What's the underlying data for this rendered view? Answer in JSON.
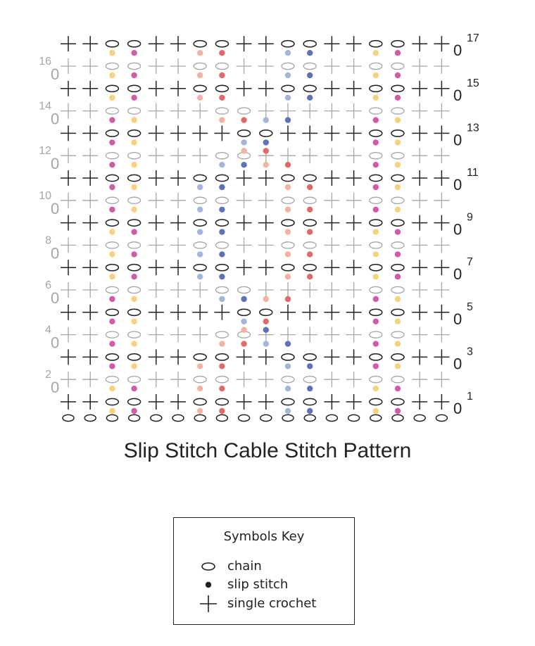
{
  "pattern": {
    "title": "Slip Stitch Cable Stitch Pattern",
    "columns": 18,
    "row_labels": [
      "1",
      "2",
      "3",
      "4",
      "5",
      "6",
      "7",
      "8",
      "9",
      "10",
      "11",
      "12",
      "13",
      "14",
      "15",
      "16",
      "17"
    ],
    "turning_chain_symbol": "0",
    "foundation": "chain",
    "rows": [
      "++CC++CC++CC++CC++",
      "++CC++CC++CC++CC++",
      "++CC++CC++CC++CC++",
      "++CC+++CC+++++CC++",
      "++CC++++CC++++CC++",
      "++CC+++CC+++++CC++",
      "++CC++CC++CC++CC++",
      "++CC++CC++CC++CC++",
      "++CC++CC++CC++CC++",
      "++CC++CC++CC++CC++",
      "++CC++CC++CC++CC++",
      "++CC+++CC+++++CC++",
      "++CC++++CC++++CC++",
      "++CC+++CC+++++CC++",
      "++CC++CC++CC++CC++",
      "++CC++CC++CC++CC++",
      "++CC++CC++CC++CC++"
    ],
    "dots": [
      {
        "row": 1,
        "col": 3,
        "color": "yellow"
      },
      {
        "row": 1,
        "col": 4,
        "color": "magenta"
      },
      {
        "row": 1,
        "col": 7,
        "color": "peach"
      },
      {
        "row": 1,
        "col": 8,
        "color": "red"
      },
      {
        "row": 1,
        "col": 11,
        "color": "lightblue"
      },
      {
        "row": 1,
        "col": 12,
        "color": "blue"
      },
      {
        "row": 1,
        "col": 15,
        "color": "yellow"
      },
      {
        "row": 1,
        "col": 16,
        "color": "magenta"
      },
      {
        "row": 2,
        "col": 3,
        "color": "yellow"
      },
      {
        "row": 2,
        "col": 4,
        "color": "magenta"
      },
      {
        "row": 2,
        "col": 7,
        "color": "peach"
      },
      {
        "row": 2,
        "col": 8,
        "color": "red"
      },
      {
        "row": 2,
        "col": 11,
        "color": "lightblue"
      },
      {
        "row": 2,
        "col": 12,
        "color": "blue"
      },
      {
        "row": 2,
        "col": 15,
        "color": "yellow"
      },
      {
        "row": 2,
        "col": 16,
        "color": "magenta"
      },
      {
        "row": 3,
        "col": 3,
        "color": "magenta"
      },
      {
        "row": 3,
        "col": 4,
        "color": "yellow"
      },
      {
        "row": 3,
        "col": 7,
        "color": "peach"
      },
      {
        "row": 3,
        "col": 8,
        "color": "red"
      },
      {
        "row": 3,
        "col": 11,
        "color": "lightblue"
      },
      {
        "row": 3,
        "col": 12,
        "color": "blue"
      },
      {
        "row": 3,
        "col": 15,
        "color": "magenta"
      },
      {
        "row": 3,
        "col": 16,
        "color": "yellow"
      },
      {
        "row": 4,
        "col": 3,
        "color": "magenta"
      },
      {
        "row": 4,
        "col": 4,
        "color": "yellow"
      },
      {
        "row": 4,
        "col": 8,
        "color": "peach"
      },
      {
        "row": 4,
        "col": 9,
        "color": "red"
      },
      {
        "row": 4,
        "col": 10,
        "color": "lightblue"
      },
      {
        "row": 4,
        "col": 11,
        "color": "blue"
      },
      {
        "row": 4,
        "col": 15,
        "color": "magenta"
      },
      {
        "row": 4,
        "col": 16,
        "color": "yellow"
      },
      {
        "row": 5,
        "col": 3,
        "color": "magenta"
      },
      {
        "row": 5,
        "col": 4,
        "color": "yellow"
      },
      {
        "row": 5,
        "col": 9,
        "color": "lightblue"
      },
      {
        "row": 5,
        "col": 9,
        "color": "peach"
      },
      {
        "row": 5,
        "col": 10,
        "color": "red"
      },
      {
        "row": 5,
        "col": 10,
        "color": "blue"
      },
      {
        "row": 5,
        "col": 15,
        "color": "magenta"
      },
      {
        "row": 5,
        "col": 16,
        "color": "yellow"
      },
      {
        "row": 6,
        "col": 3,
        "color": "magenta"
      },
      {
        "row": 6,
        "col": 4,
        "color": "yellow"
      },
      {
        "row": 6,
        "col": 8,
        "color": "lightblue"
      },
      {
        "row": 6,
        "col": 9,
        "color": "blue"
      },
      {
        "row": 6,
        "col": 10,
        "color": "peach"
      },
      {
        "row": 6,
        "col": 11,
        "color": "red"
      },
      {
        "row": 6,
        "col": 15,
        "color": "magenta"
      },
      {
        "row": 6,
        "col": 16,
        "color": "yellow"
      },
      {
        "row": 7,
        "col": 3,
        "color": "yellow"
      },
      {
        "row": 7,
        "col": 4,
        "color": "magenta"
      },
      {
        "row": 7,
        "col": 7,
        "color": "lightblue"
      },
      {
        "row": 7,
        "col": 8,
        "color": "blue"
      },
      {
        "row": 7,
        "col": 11,
        "color": "peach"
      },
      {
        "row": 7,
        "col": 12,
        "color": "red"
      },
      {
        "row": 7,
        "col": 15,
        "color": "yellow"
      },
      {
        "row": 7,
        "col": 16,
        "color": "magenta"
      },
      {
        "row": 8,
        "col": 3,
        "color": "yellow"
      },
      {
        "row": 8,
        "col": 4,
        "color": "magenta"
      },
      {
        "row": 8,
        "col": 7,
        "color": "lightblue"
      },
      {
        "row": 8,
        "col": 8,
        "color": "blue"
      },
      {
        "row": 8,
        "col": 11,
        "color": "peach"
      },
      {
        "row": 8,
        "col": 12,
        "color": "red"
      },
      {
        "row": 8,
        "col": 15,
        "color": "yellow"
      },
      {
        "row": 8,
        "col": 16,
        "color": "magenta"
      },
      {
        "row": 9,
        "col": 3,
        "color": "yellow"
      },
      {
        "row": 9,
        "col": 4,
        "color": "magenta"
      },
      {
        "row": 9,
        "col": 7,
        "color": "lightblue"
      },
      {
        "row": 9,
        "col": 8,
        "color": "blue"
      },
      {
        "row": 9,
        "col": 11,
        "color": "peach"
      },
      {
        "row": 9,
        "col": 12,
        "color": "red"
      },
      {
        "row": 9,
        "col": 15,
        "color": "yellow"
      },
      {
        "row": 9,
        "col": 16,
        "color": "magenta"
      },
      {
        "row": 10,
        "col": 3,
        "color": "magenta"
      },
      {
        "row": 10,
        "col": 4,
        "color": "yellow"
      },
      {
        "row": 10,
        "col": 7,
        "color": "lightblue"
      },
      {
        "row": 10,
        "col": 8,
        "color": "blue"
      },
      {
        "row": 10,
        "col": 11,
        "color": "peach"
      },
      {
        "row": 10,
        "col": 12,
        "color": "red"
      },
      {
        "row": 10,
        "col": 15,
        "color": "magenta"
      },
      {
        "row": 10,
        "col": 16,
        "color": "yellow"
      },
      {
        "row": 11,
        "col": 3,
        "color": "magenta"
      },
      {
        "row": 11,
        "col": 4,
        "color": "yellow"
      },
      {
        "row": 11,
        "col": 7,
        "color": "lightblue"
      },
      {
        "row": 11,
        "col": 8,
        "color": "blue"
      },
      {
        "row": 11,
        "col": 11,
        "color": "peach"
      },
      {
        "row": 11,
        "col": 12,
        "color": "red"
      },
      {
        "row": 11,
        "col": 15,
        "color": "magenta"
      },
      {
        "row": 11,
        "col": 16,
        "color": "yellow"
      },
      {
        "row": 12,
        "col": 3,
        "color": "magenta"
      },
      {
        "row": 12,
        "col": 4,
        "color": "yellow"
      },
      {
        "row": 12,
        "col": 8,
        "color": "lightblue"
      },
      {
        "row": 12,
        "col": 9,
        "color": "blue"
      },
      {
        "row": 12,
        "col": 10,
        "color": "peach"
      },
      {
        "row": 12,
        "col": 11,
        "color": "red"
      },
      {
        "row": 12,
        "col": 15,
        "color": "magenta"
      },
      {
        "row": 12,
        "col": 16,
        "color": "yellow"
      },
      {
        "row": 13,
        "col": 3,
        "color": "magenta"
      },
      {
        "row": 13,
        "col": 4,
        "color": "yellow"
      },
      {
        "row": 13,
        "col": 9,
        "color": "lightblue"
      },
      {
        "row": 13,
        "col": 9,
        "color": "peach"
      },
      {
        "row": 13,
        "col": 10,
        "color": "blue"
      },
      {
        "row": 13,
        "col": 10,
        "color": "red"
      },
      {
        "row": 13,
        "col": 15,
        "color": "magenta"
      },
      {
        "row": 13,
        "col": 16,
        "color": "yellow"
      },
      {
        "row": 14,
        "col": 3,
        "color": "magenta"
      },
      {
        "row": 14,
        "col": 4,
        "color": "yellow"
      },
      {
        "row": 14,
        "col": 8,
        "color": "peach"
      },
      {
        "row": 14,
        "col": 9,
        "color": "red"
      },
      {
        "row": 14,
        "col": 10,
        "color": "lightblue"
      },
      {
        "row": 14,
        "col": 11,
        "color": "blue"
      },
      {
        "row": 14,
        "col": 15,
        "color": "magenta"
      },
      {
        "row": 14,
        "col": 16,
        "color": "yellow"
      },
      {
        "row": 15,
        "col": 3,
        "color": "yellow"
      },
      {
        "row": 15,
        "col": 4,
        "color": "magenta"
      },
      {
        "row": 15,
        "col": 7,
        "color": "peach"
      },
      {
        "row": 15,
        "col": 8,
        "color": "red"
      },
      {
        "row": 15,
        "col": 11,
        "color": "lightblue"
      },
      {
        "row": 15,
        "col": 12,
        "color": "blue"
      },
      {
        "row": 15,
        "col": 15,
        "color": "yellow"
      },
      {
        "row": 15,
        "col": 16,
        "color": "magenta"
      },
      {
        "row": 16,
        "col": 3,
        "color": "yellow"
      },
      {
        "row": 16,
        "col": 4,
        "color": "magenta"
      },
      {
        "row": 16,
        "col": 7,
        "color": "peach"
      },
      {
        "row": 16,
        "col": 8,
        "color": "red"
      },
      {
        "row": 16,
        "col": 11,
        "color": "lightblue"
      },
      {
        "row": 16,
        "col": 12,
        "color": "blue"
      },
      {
        "row": 16,
        "col": 15,
        "color": "yellow"
      },
      {
        "row": 16,
        "col": 16,
        "color": "magenta"
      },
      {
        "row": 17,
        "col": 3,
        "color": "yellow"
      },
      {
        "row": 17,
        "col": 4,
        "color": "magenta"
      },
      {
        "row": 17,
        "col": 7,
        "color": "peach"
      },
      {
        "row": 17,
        "col": 8,
        "color": "red"
      },
      {
        "row": 17,
        "col": 11,
        "color": "lightblue"
      },
      {
        "row": 17,
        "col": 12,
        "color": "blue"
      },
      {
        "row": 17,
        "col": 15,
        "color": "yellow"
      },
      {
        "row": 17,
        "col": 16,
        "color": "magenta"
      }
    ]
  },
  "colors": {
    "odd_row_ink": "#222222",
    "even_row_ink": "#a6a6a6",
    "yellow": "#f8d27a",
    "magenta": "#d25aa8",
    "peach": "#f1b3a4",
    "red": "#e06b64",
    "lightblue": "#a3b5da",
    "blue": "#5c74b3"
  },
  "key": {
    "title": "Symbols Key",
    "items": [
      {
        "icon": "chain-icon",
        "label": "chain"
      },
      {
        "icon": "slip-stitch-icon",
        "label": "slip stitch"
      },
      {
        "icon": "single-crochet-icon",
        "label": "single crochet"
      }
    ]
  }
}
